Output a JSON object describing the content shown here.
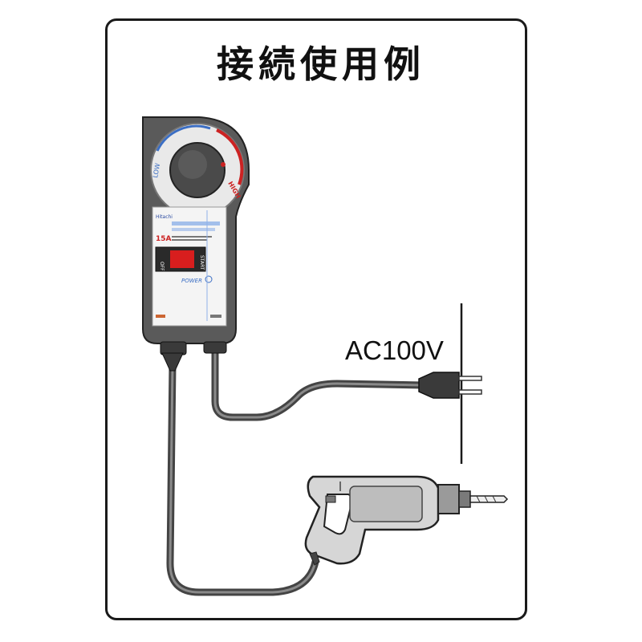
{
  "title": "接続使用例",
  "voltage_label": "AC100V",
  "device": {
    "brand": "Hitachi",
    "dial_low": "LOW",
    "dial_high": "HIGH",
    "model": "15A",
    "switch_off": "OFF",
    "switch_start": "START",
    "power": "POWER"
  },
  "colors": {
    "frame": "#1a1a1a",
    "device_body": "#555555",
    "display_red": "#d81e1e",
    "high_red": "#cc2222",
    "scale_blue": "#3b6ec4"
  }
}
